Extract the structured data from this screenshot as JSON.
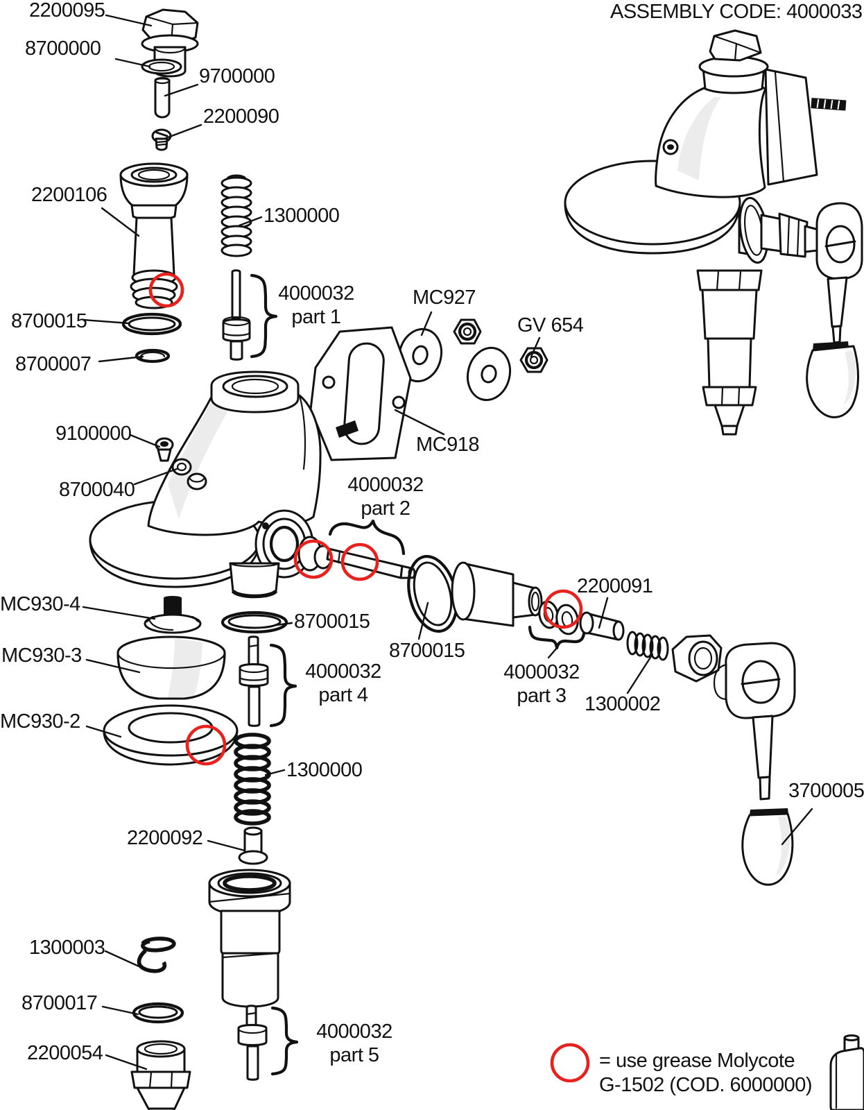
{
  "title": {
    "assembly_code": "ASSEMBLY CODE: 4000033"
  },
  "parts": {
    "cap_nut": "2200095",
    "gasket_top": "8700000",
    "tube": "9700000",
    "grub_screw": "2200090",
    "piston_sleeve": "2200106",
    "spring_upper": "1300000",
    "oring_sleeve": "8700015",
    "snap_ring": "8700007",
    "valve1_code": "4000032",
    "valve1_part": "part 1",
    "washer_mc927": "MC927",
    "nut_gv654": "GV 654",
    "plate_mc918": "MC918",
    "screw_9100000": "9100000",
    "washer_8700040": "8700040",
    "valve2_code": "4000032",
    "valve2_part": "part 2",
    "disc_mc930_4": "MC930-4",
    "oring_mid_left": "8700015",
    "cup_mc930_3": "MC930-3",
    "valve4_code": "4000032",
    "valve4_part": "part 4",
    "ring_mc930_2": "MC930-2",
    "oring_mid": "8700015",
    "pin_2200091": "2200091",
    "valve3_code": "4000032",
    "valve3_part": "part 3",
    "spring_1300002": "1300002",
    "spring_lower": "1300000",
    "bush_2200092": "2200092",
    "clip_1300003": "1300003",
    "oring_8700017": "8700017",
    "spout_2200054": "2200054",
    "valve5_code": "4000032",
    "valve5_part": "part 5",
    "handle_3700005": "3700005"
  },
  "legend": {
    "line1": "= use grease Molycote",
    "line2": "G-1502 (COD. 6000000)"
  },
  "colors": {
    "grease_mark": "#e8211d",
    "ink": "#111111"
  }
}
